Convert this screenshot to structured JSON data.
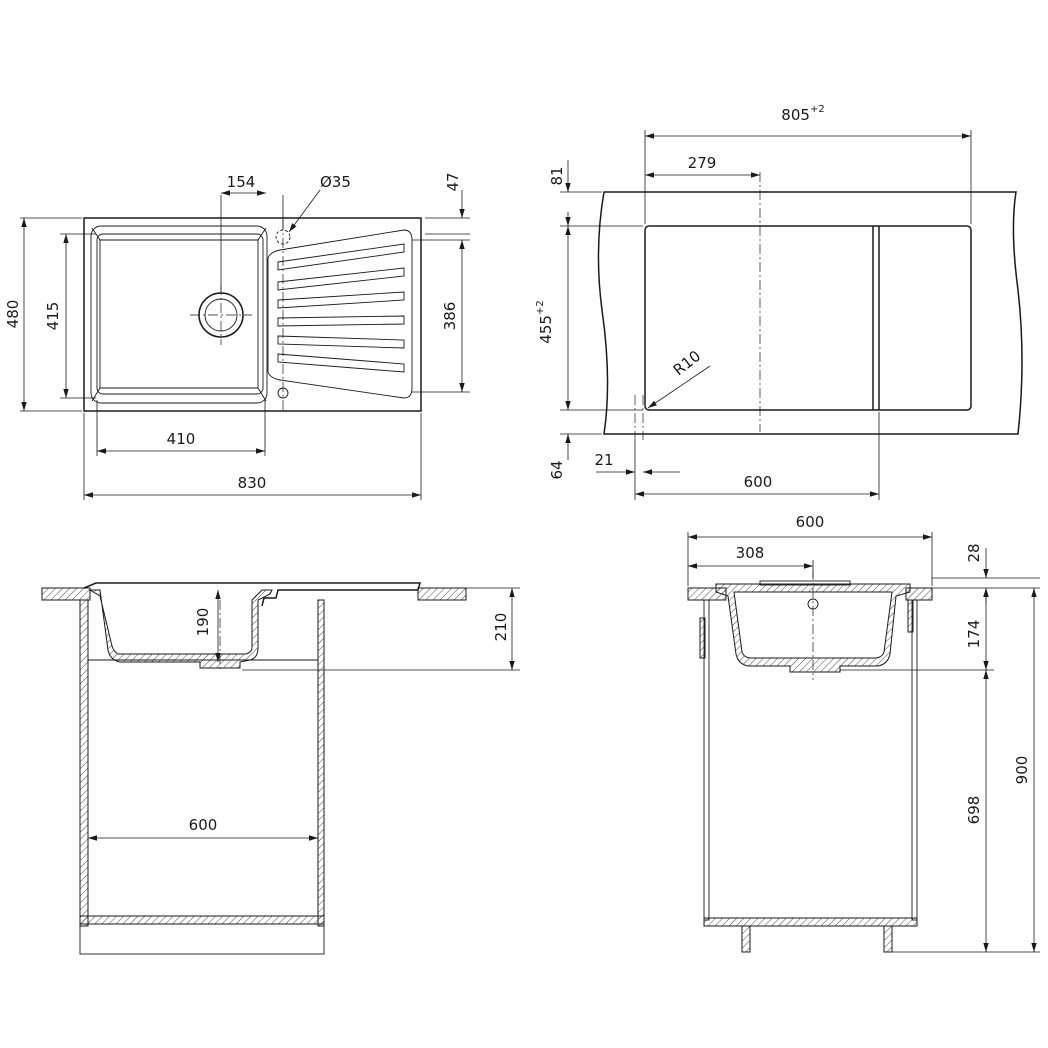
{
  "top_view": {
    "hole_offset": "154",
    "hole_diameter": "Ø35",
    "edge_gap": "47",
    "depth_total": "480",
    "bowl_depth": "415",
    "drainer_depth": "386",
    "bowl_width": "410",
    "total_width": "830"
  },
  "cutout_view": {
    "width": "805",
    "width_tol": "+2",
    "offset_x": "279",
    "offset_top": "81",
    "height": "455",
    "height_tol": "+2",
    "radius": "R10",
    "offset_bottom": "64",
    "edge_offset": "21",
    "cabinet_width": "600"
  },
  "front_section": {
    "bowl_inner_depth": "190",
    "total_depth": "210",
    "cabinet_width": "600"
  },
  "side_section": {
    "cabinet_width": "600",
    "hole_offset": "308",
    "rim_height": "28",
    "bowl_depth": "174",
    "total_height": "900",
    "cabinet_height": "698"
  }
}
